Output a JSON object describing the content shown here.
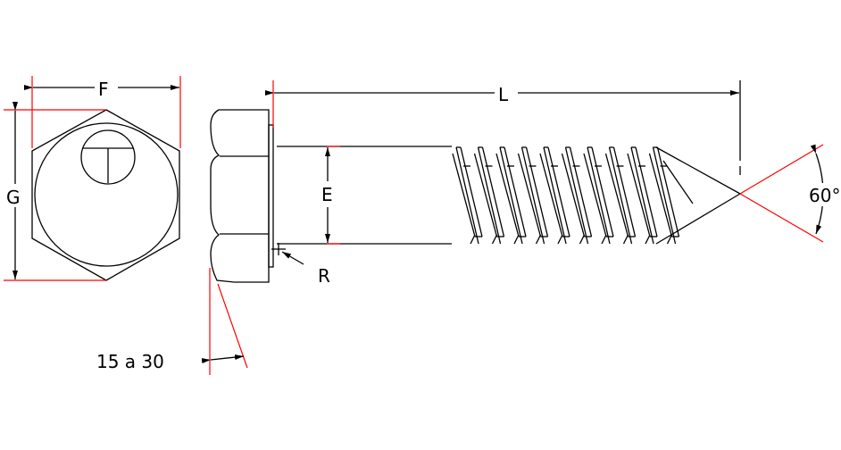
{
  "labels": {
    "F": "F",
    "G": "G",
    "L": "L",
    "E": "E",
    "R": "R",
    "angle": "60°",
    "head_angle": "15 a 30"
  },
  "logo_text": "T",
  "thread_count": 10,
  "colors": {
    "line": "#000000",
    "dimension": "#ff0000"
  }
}
